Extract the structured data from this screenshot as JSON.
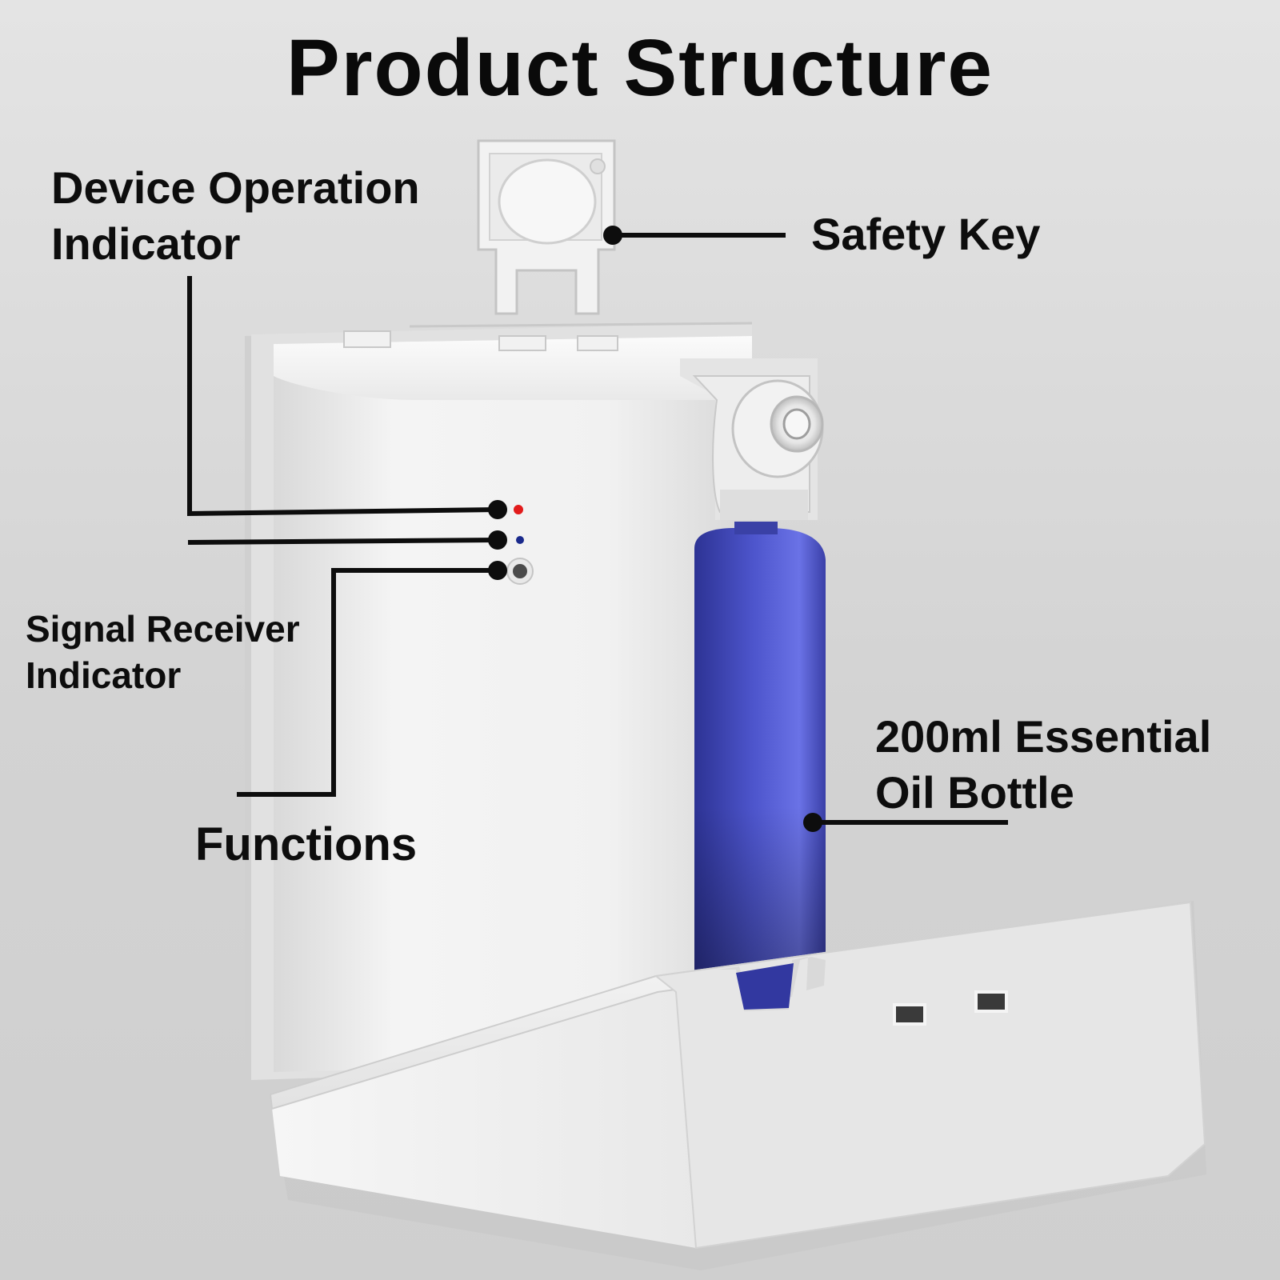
{
  "title": "Product Structure",
  "callouts": {
    "device_operation_indicator": {
      "line1": "Device Operation",
      "line2": "Indicator"
    },
    "safety_key": {
      "text": "Safety Key"
    },
    "signal_receiver_indicator": {
      "line1": "Signal Receiver",
      "line2": "Indicator"
    },
    "functions": {
      "text": "Functions"
    },
    "oil_bottle": {
      "line1": "200ml Essential",
      "line2": "Oil Bottle"
    }
  },
  "colors": {
    "background": "#d6d6d6",
    "device_body": "#eeeeee",
    "bottle": "#4a52c8",
    "led_red": "#e21b1b",
    "led_blue": "#1a2a8c",
    "leader_line": "#0d0d0d"
  }
}
